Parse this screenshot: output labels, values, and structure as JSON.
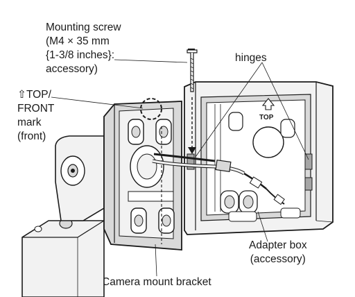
{
  "labels": {
    "mounting_screw": "Mounting screw\n(M4 × 35 mm\n{1-3/8 inches}:\naccessory)",
    "top_front_mark": "⇧TOP/\nFRONT\nmark\n(front)",
    "hinges": "hinges",
    "adapter_box": "Adapter box\n(accessory)",
    "camera_mount_bracket": "Camera mount bracket",
    "top_embossed": "TOP"
  },
  "colors": {
    "line": "#1a1a1a",
    "fill_light": "#f2f2f2",
    "fill_mid": "#d9d9d9",
    "fill_dark": "#a6a6a6"
  }
}
